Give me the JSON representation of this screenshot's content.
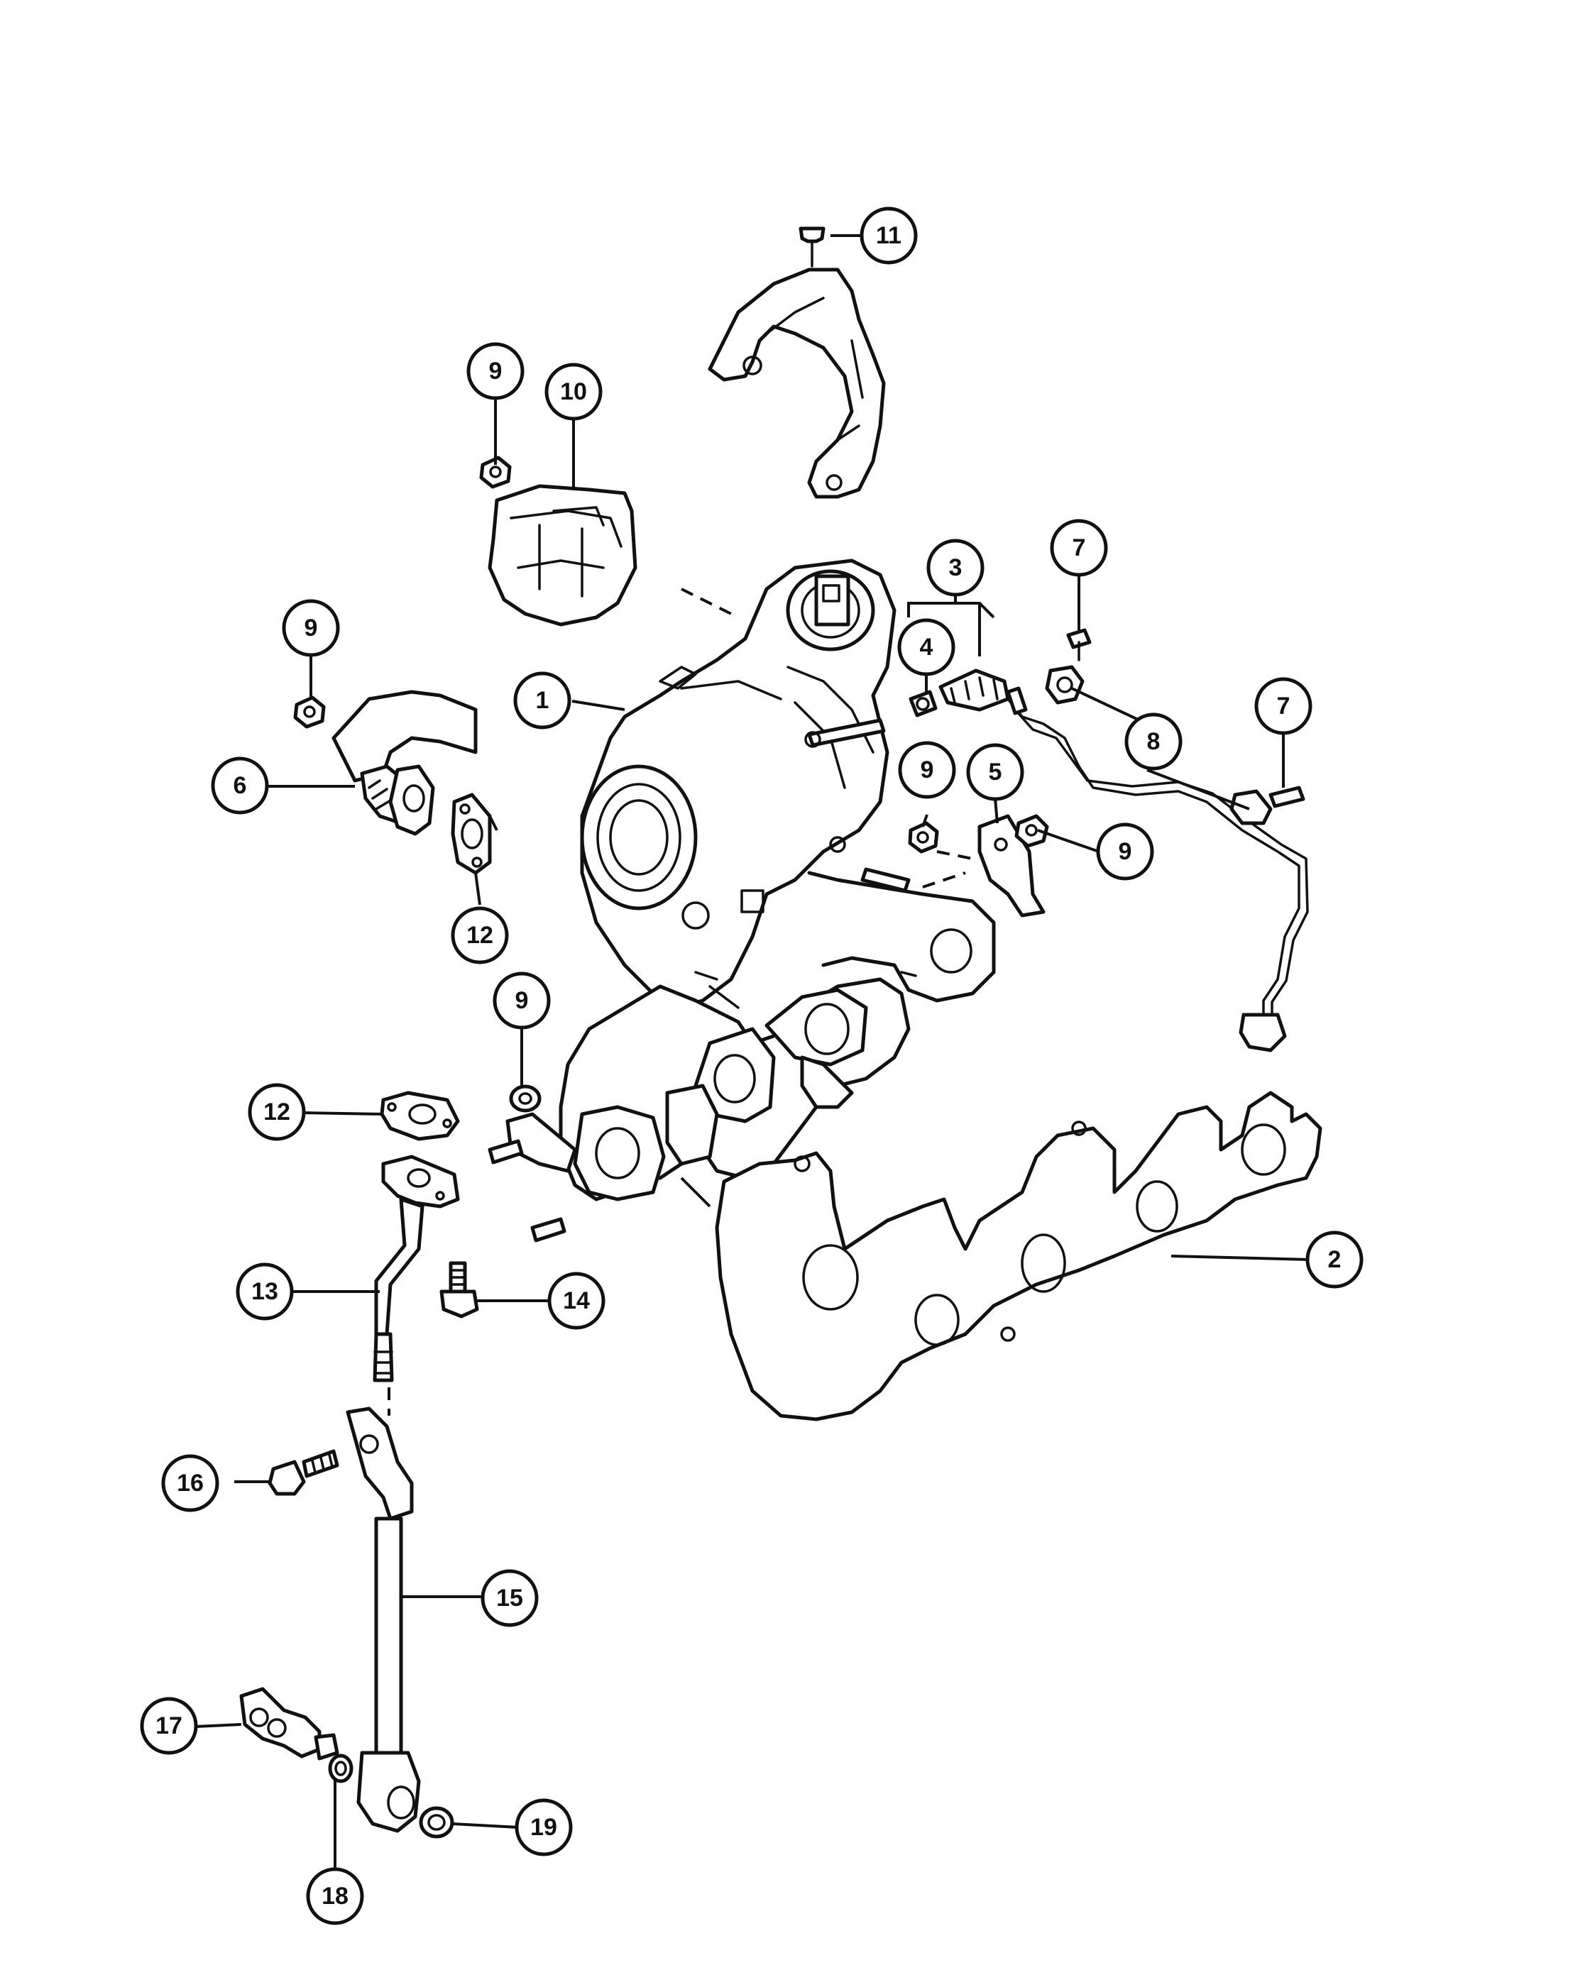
{
  "diagram": {
    "callouts": [
      {
        "id": "c1",
        "label": "1"
      },
      {
        "id": "c2",
        "label": "2"
      },
      {
        "id": "c3",
        "label": "3"
      },
      {
        "id": "c4",
        "label": "4"
      },
      {
        "id": "c5",
        "label": "5"
      },
      {
        "id": "c6",
        "label": "6"
      },
      {
        "id": "c7a",
        "label": "7"
      },
      {
        "id": "c7b",
        "label": "7"
      },
      {
        "id": "c8",
        "label": "8"
      },
      {
        "id": "c9a",
        "label": "9"
      },
      {
        "id": "c9b",
        "label": "9"
      },
      {
        "id": "c9c",
        "label": "9"
      },
      {
        "id": "c9d",
        "label": "9"
      },
      {
        "id": "c9e",
        "label": "9"
      },
      {
        "id": "c10",
        "label": "10"
      },
      {
        "id": "c11",
        "label": "11"
      },
      {
        "id": "c12a",
        "label": "12"
      },
      {
        "id": "c12b",
        "label": "12"
      },
      {
        "id": "c13",
        "label": "13"
      },
      {
        "id": "c14",
        "label": "14"
      },
      {
        "id": "c15",
        "label": "15"
      },
      {
        "id": "c16",
        "label": "16"
      },
      {
        "id": "c17",
        "label": "17"
      },
      {
        "id": "c18",
        "label": "18"
      },
      {
        "id": "c19",
        "label": "19"
      }
    ]
  }
}
